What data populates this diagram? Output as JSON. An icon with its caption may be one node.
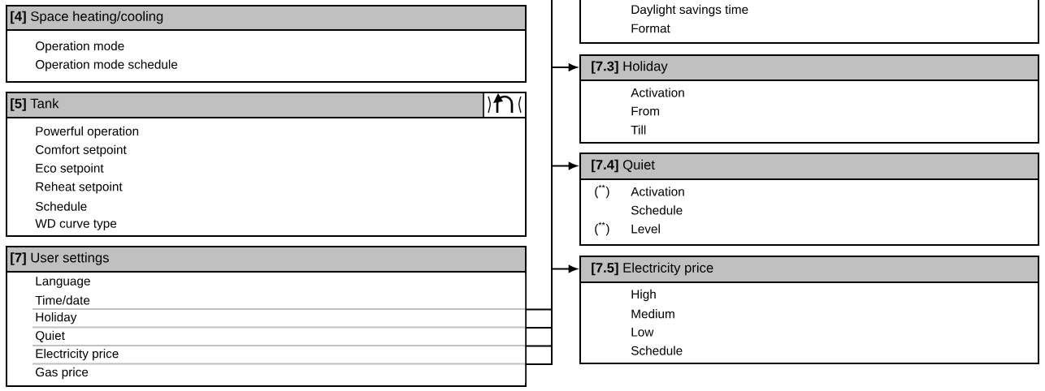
{
  "diagram": {
    "nodes": [
      {
        "text": [
          "**[4]** Space heating/cooling",
          "Operation mode",
          "Operation mode schedule"
        ]
      },
      {
        "text": [
          "**[5]** Tank",
          "Powerful operation",
          "Comfort setpoint",
          "Eco setpoint",
          "Reheat setpoint",
          "Schedule",
          "WD curve type"
        ]
      },
      {
        "text": [
          "**[7]** User settings"
        ]
      },
      {
        "text": [
          "Language"
        ],
        "in": 2
      },
      {
        "text": [
          "Time/date"
        ],
        "in": 2
      },
      {
        "text": [
          "Holiday"
        ],
        "in": 2
      },
      {
        "text": [
          "Quiet"
        ],
        "in": 2
      },
      {
        "text": [
          "Electricity price"
        ],
        "in": 2
      },
      {
        "text": [
          "Gas price"
        ],
        "in": 2
      },
      {
        "text": [
          "Daylight savings time",
          "Format"
        ]
      },
      {
        "text": [
          "**[7.3]** Holiday",
          "Activation",
          "From",
          "Till"
        ]
      },
      {
        "text": [
          "**[7.4]** Quiet",
          "($^{**}$)",
          "Activation",
          "Schedule",
          "($^{**}$)",
          "Level"
        ]
      },
      {
        "text": [
          "**[7.5]** Electricity price",
          "High",
          "Medium",
          "Low",
          "Schedule"
        ]
      }
    ],
    "edges": [
      {
        "from": 4,
        "to": null,
        "arrow": "none"
      },
      {
        "from": 5,
        "to": 10,
        "arrow": "to"
      },
      {
        "from": 6,
        "to": 11,
        "arrow": "to"
      },
      {
        "from": 7,
        "to": 12,
        "arrow": "to"
      }
    ]
  }
}
